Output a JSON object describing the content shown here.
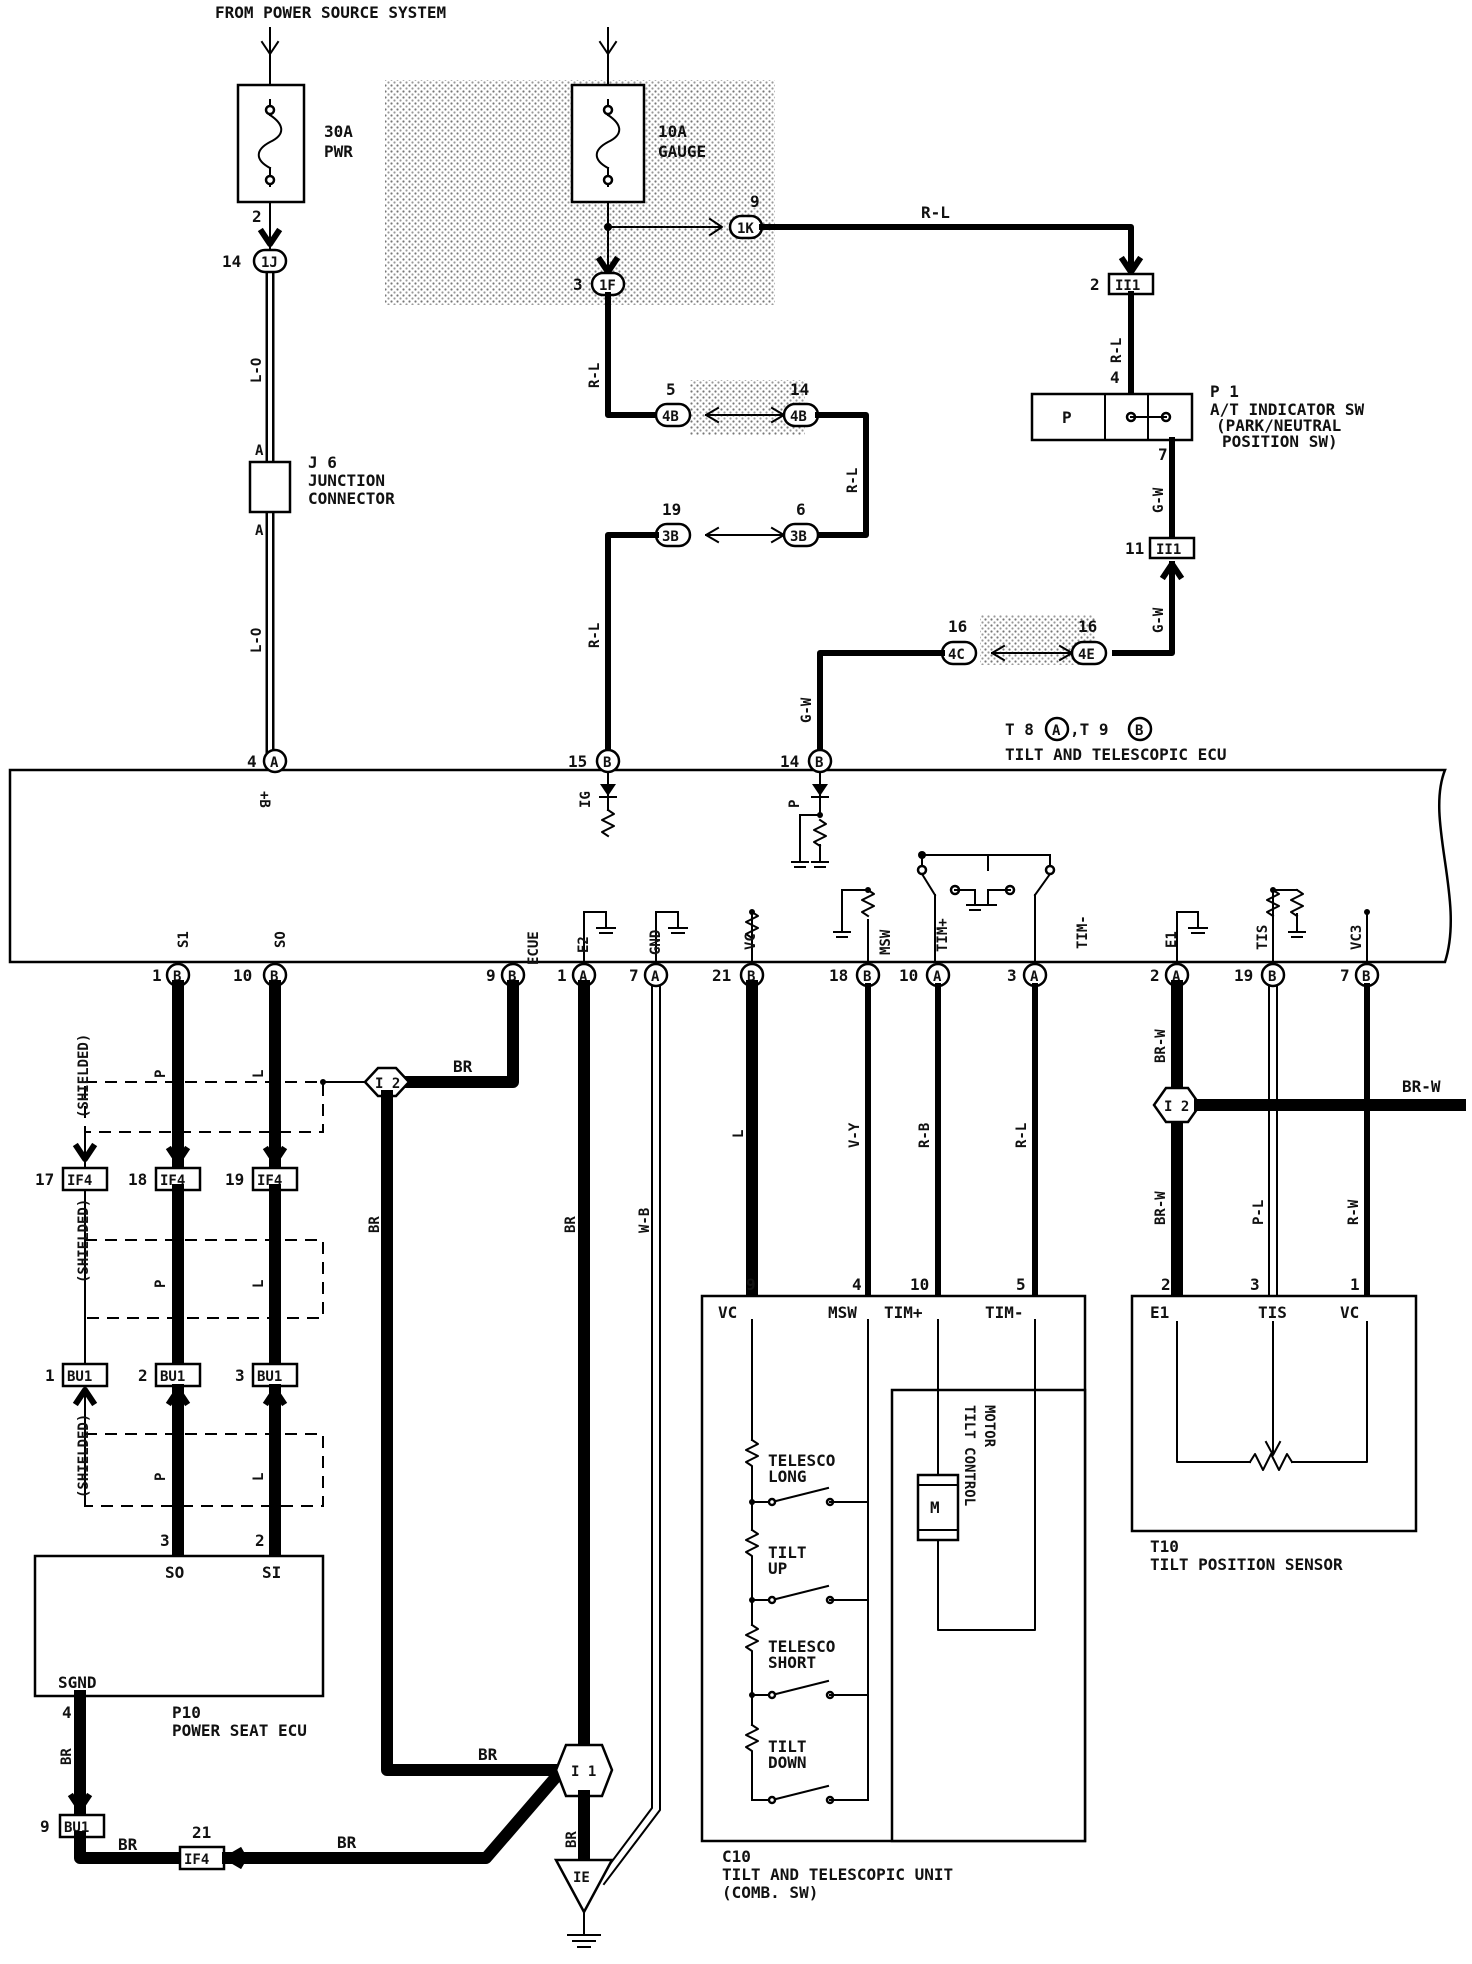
{
  "header": {
    "source": "FROM POWER SOURCE SYSTEM"
  },
  "fuses": [
    {
      "amp": "30A",
      "name": "PWR",
      "pin": "2"
    },
    {
      "amp": "10A",
      "name": "GAUGE"
    }
  ],
  "connectors": {
    "c1J": {
      "id": "1J",
      "pin": "14"
    },
    "c1F": {
      "id": "1F",
      "pin": "3"
    },
    "c1K": {
      "id": "1K",
      "pin": "9"
    },
    "cII1a": {
      "id": "II1",
      "pin": "2"
    },
    "cII1b": {
      "id": "II1",
      "pin": "11"
    },
    "c4Ba": {
      "id": "4B",
      "pin": "5"
    },
    "c4Bb": {
      "id": "4B",
      "pin": "14"
    },
    "c3Ba": {
      "id": "3B",
      "pin": "19"
    },
    "c3Bb": {
      "id": "3B",
      "pin": "6"
    },
    "c4C": {
      "id": "4C",
      "pin": "16"
    },
    "c4E": {
      "id": "4E",
      "pin": "16"
    },
    "cIF4a": {
      "id": "IF4",
      "pin": "17"
    },
    "cIF4b": {
      "id": "IF4",
      "pin": "18"
    },
    "cIF4c": {
      "id": "IF4",
      "pin": "19"
    },
    "cIF4d": {
      "id": "IF4",
      "pin": "21"
    },
    "cBU1a": {
      "id": "BU1",
      "pin": "1"
    },
    "cBU1b": {
      "id": "BU1",
      "pin": "2"
    },
    "cBU1c": {
      "id": "BU1",
      "pin": "3"
    },
    "cBU1d": {
      "id": "BU1",
      "pin": "9"
    }
  },
  "wire_colors": {
    "LO": "L-O",
    "RL": "R-L",
    "GW": "G-W",
    "P": "P",
    "L": "L",
    "BR": "BR",
    "BRW": "BR-W",
    "WB": "W-B",
    "VY": "V-Y",
    "RB": "R-B",
    "PL": "P-L",
    "RW": "R-W"
  },
  "junction": {
    "id": "J 6",
    "line1": "JUNCTION",
    "line2": "CONNECTOR",
    "pinA": "A"
  },
  "p1": {
    "id": "P 1",
    "line1": "A/T INDICATOR SW",
    "line2": "(PARK/NEUTRAL",
    "line3": "POSITION SW)",
    "label": "P",
    "pin_in": "4",
    "pin_out": "7"
  },
  "ecu": {
    "connectors_label": "T 8",
    "connA": "A",
    "sep": ",T 9",
    "connB": "B",
    "name": "TILT AND TELESCOPIC ECU",
    "top_pins": [
      {
        "num": "4",
        "conn": "A",
        "sig": "+B"
      },
      {
        "num": "15",
        "conn": "B",
        "sig": "IG"
      },
      {
        "num": "14",
        "conn": "B",
        "sig": "P"
      }
    ],
    "bottom_pins": [
      {
        "num": "1",
        "conn": "B",
        "sig": "S1"
      },
      {
        "num": "10",
        "conn": "B",
        "sig": "SO"
      },
      {
        "num": "9",
        "conn": "B",
        "sig": "ECUE"
      },
      {
        "num": "1",
        "conn": "A",
        "sig": "E2"
      },
      {
        "num": "7",
        "conn": "A",
        "sig": "GND"
      },
      {
        "num": "21",
        "conn": "B",
        "sig": "VC"
      },
      {
        "num": "18",
        "conn": "B",
        "sig": "MSW"
      },
      {
        "num": "10",
        "conn": "A",
        "sig": "TIM+"
      },
      {
        "num": "3",
        "conn": "A",
        "sig": "TIM-"
      },
      {
        "num": "2",
        "conn": "A",
        "sig": "E1"
      },
      {
        "num": "19",
        "conn": "B",
        "sig": "TIS"
      },
      {
        "num": "7",
        "conn": "B",
        "sig": "VC3"
      }
    ]
  },
  "splices": {
    "i2a": "I 2",
    "i2b": "I 2",
    "i1": "I 1",
    "ground": "IE"
  },
  "shielded": "(SHIELDED)",
  "p10": {
    "id": "P10",
    "name": "POWER SEAT ECU",
    "pins": [
      "SO",
      "SI",
      "SGND"
    ],
    "pin_nums": [
      "3",
      "2",
      "4"
    ]
  },
  "c10": {
    "id": "C10",
    "name": "TILT AND TELESCOPIC UNIT",
    "sub": "(COMB. SW)",
    "pins": [
      {
        "num": "9",
        "sig": "VC"
      },
      {
        "num": "4",
        "sig": "MSW"
      },
      {
        "num": "10",
        "sig": "TIM+"
      },
      {
        "num": "5",
        "sig": "TIM-"
      }
    ],
    "switches": [
      {
        "l1": "TELESCO",
        "l2": "LONG"
      },
      {
        "l1": "TILT",
        "l2": "UP"
      },
      {
        "l1": "TELESCO",
        "l2": "SHORT"
      },
      {
        "l1": "TILT",
        "l2": "DOWN"
      }
    ],
    "motor": {
      "symbol": "M",
      "l1": "TILT CONTROL",
      "l2": "MOTOR"
    }
  },
  "t10": {
    "id": "T10",
    "name": "TILT POSITION SENSOR",
    "pins": [
      {
        "num": "2",
        "sig": "E1"
      },
      {
        "num": "3",
        "sig": "TIS"
      },
      {
        "num": "1",
        "sig": "VC"
      }
    ]
  }
}
